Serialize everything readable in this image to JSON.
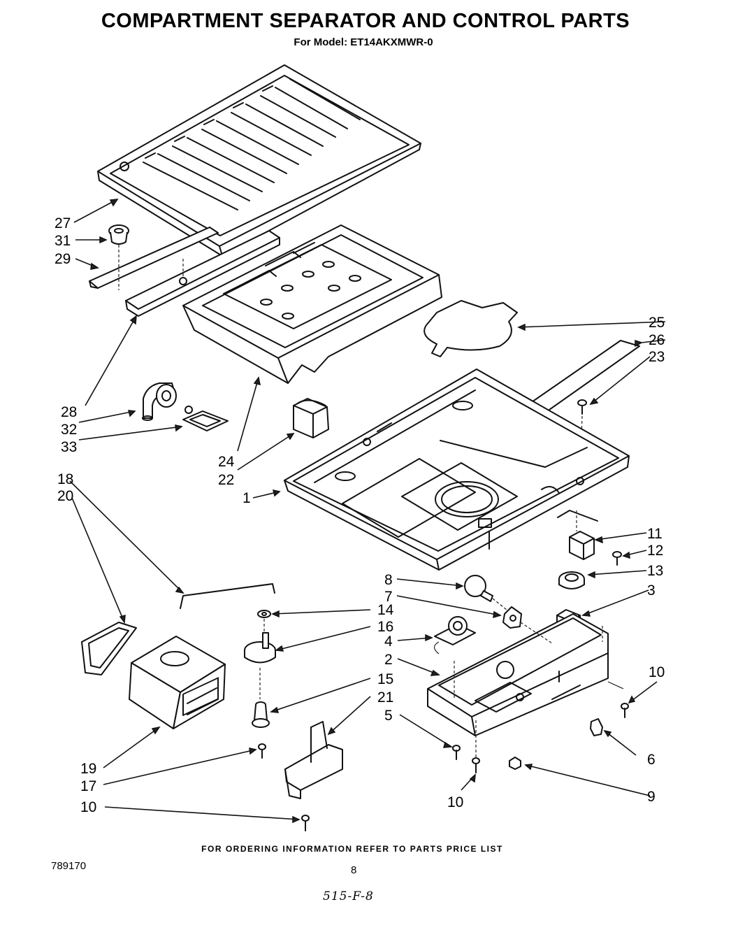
{
  "title": "COMPARTMENT SEPARATOR AND CONTROL PARTS",
  "subtitle": "For Model: ET14AKXMWR-0",
  "footer": "FOR ORDERING INFORMATION REFER TO PARTS PRICE LIST",
  "doc_number": "789170",
  "page_number": "8",
  "handwritten_note": "515-F-8",
  "callouts": [
    {
      "id": "27",
      "label": "27"
    },
    {
      "id": "31",
      "label": "31"
    },
    {
      "id": "29",
      "label": "29"
    },
    {
      "id": "28",
      "label": "28"
    },
    {
      "id": "32",
      "label": "32"
    },
    {
      "id": "33",
      "label": "33"
    },
    {
      "id": "24",
      "label": "24"
    },
    {
      "id": "22",
      "label": "22"
    },
    {
      "id": "1",
      "label": "1"
    },
    {
      "id": "25",
      "label": "25"
    },
    {
      "id": "26",
      "label": "26"
    },
    {
      "id": "23",
      "label": "23"
    },
    {
      "id": "18",
      "label": "18"
    },
    {
      "id": "20",
      "label": "20"
    },
    {
      "id": "11",
      "label": "11"
    },
    {
      "id": "12",
      "label": "12"
    },
    {
      "id": "13",
      "label": "13"
    },
    {
      "id": "8",
      "label": "8"
    },
    {
      "id": "7",
      "label": "7"
    },
    {
      "id": "3",
      "label": "3"
    },
    {
      "id": "14",
      "label": "14"
    },
    {
      "id": "16",
      "label": "16"
    },
    {
      "id": "4",
      "label": "4"
    },
    {
      "id": "2",
      "label": "2"
    },
    {
      "id": "15",
      "label": "15"
    },
    {
      "id": "21",
      "label": "21"
    },
    {
      "id": "10a",
      "label": "10"
    },
    {
      "id": "5",
      "label": "5"
    },
    {
      "id": "19",
      "label": "19"
    },
    {
      "id": "6",
      "label": "6"
    },
    {
      "id": "17",
      "label": "17"
    },
    {
      "id": "10b",
      "label": "10"
    },
    {
      "id": "9",
      "label": "9"
    },
    {
      "id": "10c",
      "label": "10"
    }
  ]
}
